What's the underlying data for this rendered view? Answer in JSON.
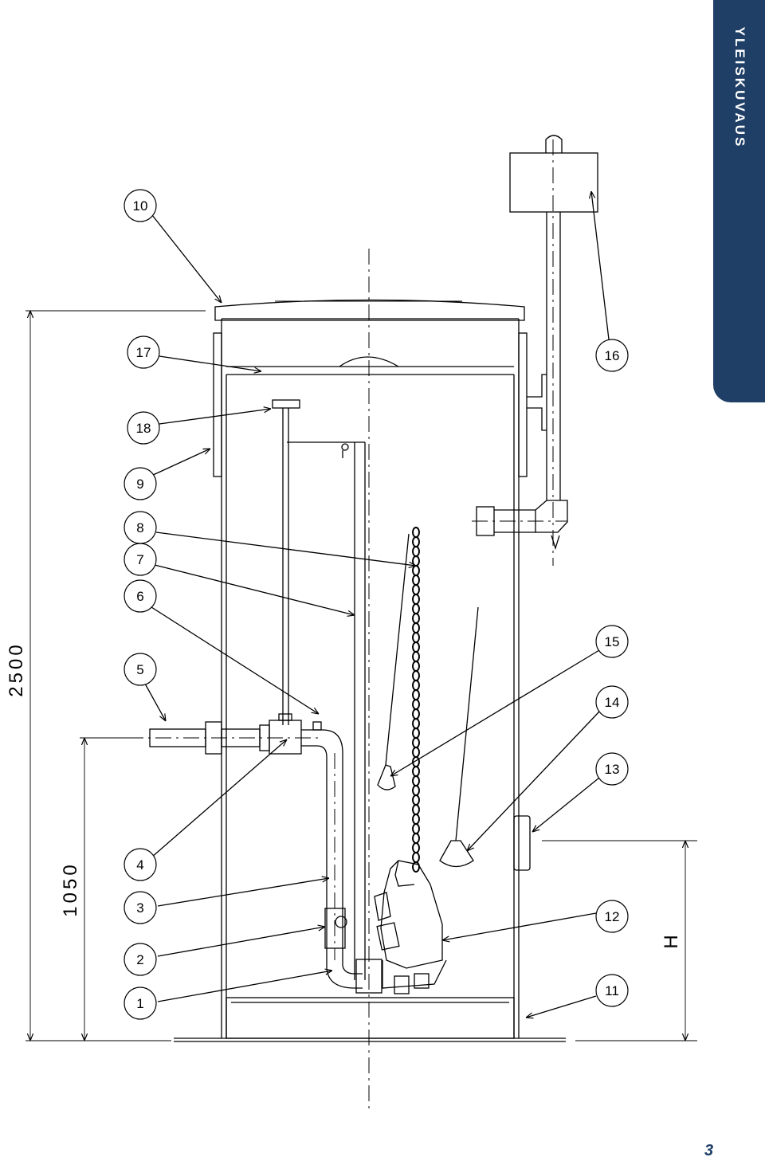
{
  "header": {
    "tab_label": "YLEISKUVAUS",
    "page_number": "3"
  },
  "dimensions": {
    "total_height": "2500",
    "inlet_height": "1050",
    "level_height": "H"
  },
  "callouts": [
    {
      "id": "c1",
      "label": "1"
    },
    {
      "id": "c2",
      "label": "2"
    },
    {
      "id": "c3",
      "label": "3"
    },
    {
      "id": "c4",
      "label": "4"
    },
    {
      "id": "c5",
      "label": "5"
    },
    {
      "id": "c6",
      "label": "6"
    },
    {
      "id": "c7",
      "label": "7"
    },
    {
      "id": "c8",
      "label": "8"
    },
    {
      "id": "c9",
      "label": "9"
    },
    {
      "id": "c10",
      "label": "10"
    },
    {
      "id": "c11",
      "label": "11"
    },
    {
      "id": "c12",
      "label": "12"
    },
    {
      "id": "c13",
      "label": "13"
    },
    {
      "id": "c14",
      "label": "14"
    },
    {
      "id": "c15",
      "label": "15"
    },
    {
      "id": "c16",
      "label": "16"
    },
    {
      "id": "c17",
      "label": "17"
    },
    {
      "id": "c18",
      "label": "18"
    }
  ],
  "colors": {
    "tab_bg": "#1f3f66",
    "line": "#000000"
  }
}
